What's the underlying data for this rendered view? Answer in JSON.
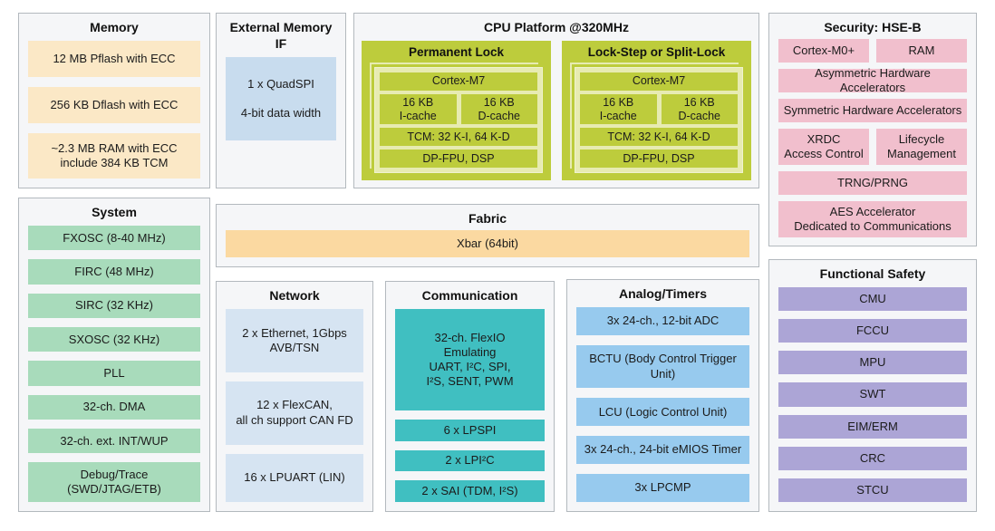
{
  "palette": {
    "memory_item": "#FBE8C6",
    "external_item": "#C8DCEE",
    "cpu_green": "#BDCC3C",
    "cpu_inner_panel": "#E7EBB2",
    "security_pink": "#F1BFCD",
    "system_green": "#A8DBBB",
    "fabric_orange": "#FBD9A1",
    "network_blue": "#D6E4F2",
    "communication_teal": "#40BFC1",
    "analog_blue": "#97CAEE",
    "safety_purple": "#ACA5D6",
    "panel_bg": "#F5F6F8",
    "panel_border": "#B3B9BE"
  },
  "memory": {
    "title": "Memory",
    "items": [
      "12 MB Pflash with ECC",
      "256 KB Dflash with ECC",
      "~2.3 MB RAM with ECC\ninclude 384 KB TCM"
    ]
  },
  "external_memory": {
    "title": "External Memory IF",
    "lines": [
      "1 x QuadSPI",
      "4-bit data width"
    ]
  },
  "cpu": {
    "title": "CPU Platform @320MHz",
    "cores": [
      {
        "title": "Permanent Lock",
        "core": "Cortex-M7",
        "icache": "16 KB\nI-cache",
        "dcache": "16 KB\nD-cache",
        "tcm": "TCM: 32 K-I, 64 K-D",
        "fpu": "DP-FPU, DSP"
      },
      {
        "title": "Lock-Step or Split-Lock",
        "core": "Cortex-M7",
        "icache": "16 KB\nI-cache",
        "dcache": "16 KB\nD-cache",
        "tcm": "TCM: 32 K-I, 64 K-D",
        "fpu": "DP-FPU, DSP"
      }
    ]
  },
  "security": {
    "title": "Security: HSE-B",
    "items": [
      "Cortex-M0+",
      "RAM",
      "Asymmetric Hardware Accelerators",
      "Symmetric Hardware Accelerators",
      "XRDC\nAccess Control",
      "Lifecycle\nManagement",
      "TRNG/PRNG",
      "AES Accelerator\nDedicated to Communications"
    ]
  },
  "system": {
    "title": "System",
    "items": [
      "FXOSC (8-40 MHz)",
      "FIRC (48 MHz)",
      "SIRC (32 KHz)",
      "SXOSC (32 KHz)",
      "PLL",
      "32-ch. DMA",
      "32-ch. ext. INT/WUP",
      "Debug/Trace (SWD/JTAG/ETB)"
    ]
  },
  "fabric": {
    "title": "Fabric",
    "bus": "Xbar (64bit)"
  },
  "network": {
    "title": "Network",
    "items": [
      "2 x Ethernet, 1Gbps\nAVB/TSN",
      "12 x FlexCAN,\nall ch support CAN FD",
      "16 x LPUART (LIN)"
    ]
  },
  "communication": {
    "title": "Communication",
    "items": [
      "32-ch. FlexIO\nEmulating\nUART, I²C, SPI,\nI²S, SENT, PWM",
      "6 x LPSPI",
      "2 x LPI²C",
      "2 x SAI (TDM, I²S)"
    ]
  },
  "analog_timers": {
    "title": "Analog/Timers",
    "items": [
      "3x 24-ch., 12-bit ADC",
      "BCTU (Body Control Trigger Unit)",
      "LCU (Logic Control Unit)",
      "3x 24-ch., 24-bit eMIOS Timer",
      "3x LPCMP"
    ]
  },
  "functional_safety": {
    "title": "Functional Safety",
    "items": [
      "CMU",
      "FCCU",
      "MPU",
      "SWT",
      "EIM/ERM",
      "CRC",
      "STCU"
    ]
  }
}
